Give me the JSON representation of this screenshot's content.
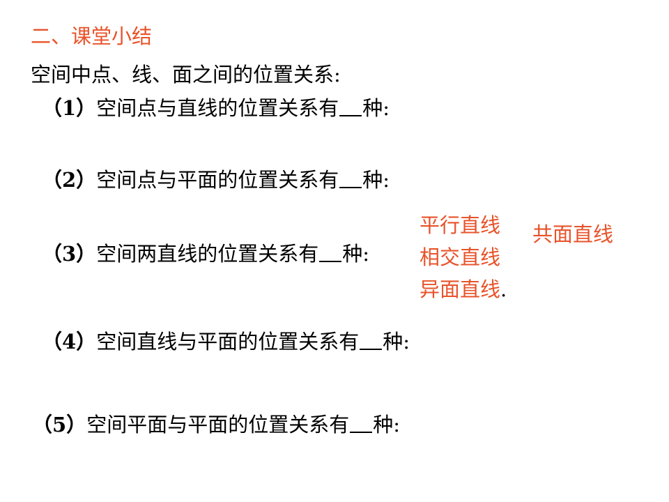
{
  "title": "二、课堂小结",
  "subtitle": "空间中点、线、面之间的位置关系:",
  "questions": [
    {
      "num": "（1）",
      "text": "空间点与直线的位置关系有",
      "suffix": "种:"
    },
    {
      "num": "（2）",
      "text": "空间点与平面的位置关系有",
      "suffix": "种:"
    },
    {
      "num": "（3）",
      "text": "空间两直线的位置关系有",
      "suffix": "种:"
    },
    {
      "num": "（4）",
      "text": "空间直线与平面的位置关系有",
      "suffix": "种:"
    },
    {
      "num": "（5）",
      "text": "空间平面与平面的位置关系有",
      "suffix": "种:"
    }
  ],
  "answers": {
    "items": [
      "平行直线",
      "相交直线",
      "异面直线"
    ],
    "end_mark": ".",
    "group_label": "共面直线"
  },
  "colors": {
    "accent": "#e8532a",
    "text": "#000000"
  }
}
